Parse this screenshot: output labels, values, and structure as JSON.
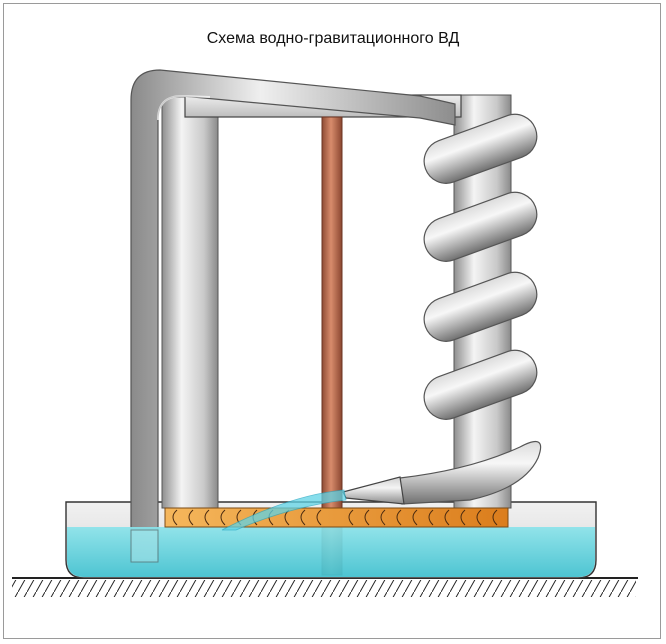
{
  "title": "Схема водно-гравитационного ВД",
  "colors": {
    "column_gray": "#c4c4c4",
    "rod_copper": "#b5654a",
    "water": "#5ccfdc",
    "basin": "#e2e2e2",
    "wheel_orange": "#e9962f",
    "ground_line": "#222222"
  },
  "components": [
    "basin",
    "water",
    "ground",
    "left-column",
    "right-column",
    "top-beam",
    "central-rod",
    "siphon-pipe",
    "spiral-pipe",
    "nozzle",
    "water-jet",
    "bottom-wheel"
  ]
}
